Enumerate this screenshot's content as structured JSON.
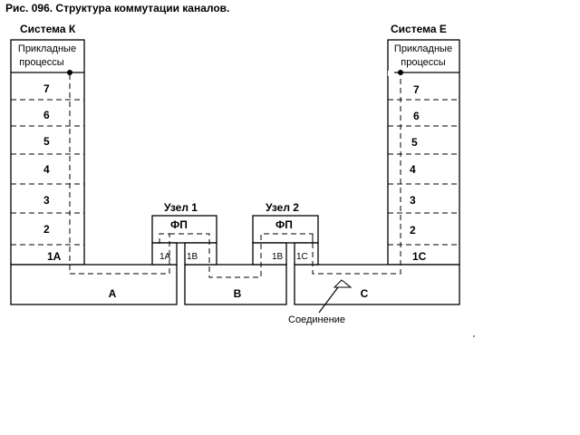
{
  "caption": "Рис. 096.  Структура коммутации каналов.",
  "system_k": {
    "title": "Система К",
    "app_label_line1": "Прикладные",
    "app_label_line2": "процессы",
    "layers": [
      "7",
      "6",
      "5",
      "4",
      "3",
      "2",
      "1A"
    ]
  },
  "system_e": {
    "title": "Система Е",
    "app_label_line1": "Прикладные",
    "app_label_line2": "процессы",
    "layers": [
      "7",
      "6",
      "5",
      "4",
      "3",
      "2",
      "1C"
    ]
  },
  "node1": {
    "title": "Узел 1",
    "fp": "ФП",
    "port_left": "1A",
    "port_right": "1B"
  },
  "node2": {
    "title": "Узел 2",
    "fp": "ФП",
    "port_left": "1B",
    "port_right": "1C"
  },
  "links": {
    "a": "A",
    "b": "B",
    "c": "C"
  },
  "connection_label": "Соединение"
}
